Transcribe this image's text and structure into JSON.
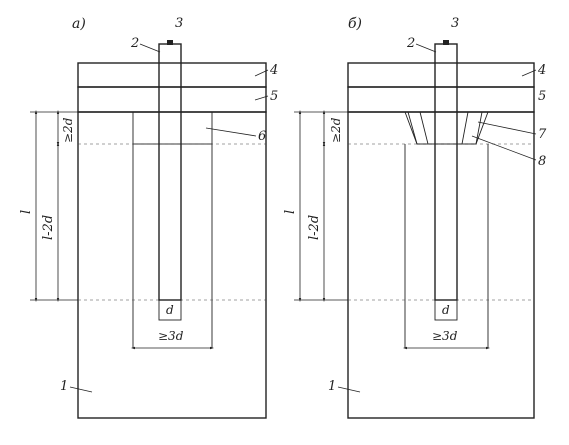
{
  "panels": [
    {
      "title": "а)",
      "labels": {
        "n1": "1",
        "n2": "2",
        "n3": "3",
        "n4": "4",
        "n5": "5",
        "n6": "6"
      },
      "dims": {
        "total": "l",
        "lower": "l-2d",
        "upper": "≥2d",
        "diameter": "d",
        "width": "≥3d"
      }
    },
    {
      "title": "б)",
      "labels": {
        "n1": "1",
        "n2": "2",
        "n3": "3",
        "n4": "4",
        "n5": "5",
        "n7": "7",
        "n8": "8"
      },
      "dims": {
        "total": "l",
        "lower": "l-2d",
        "upper": "≥2d",
        "diameter": "d",
        "width": "≥3d"
      }
    }
  ]
}
